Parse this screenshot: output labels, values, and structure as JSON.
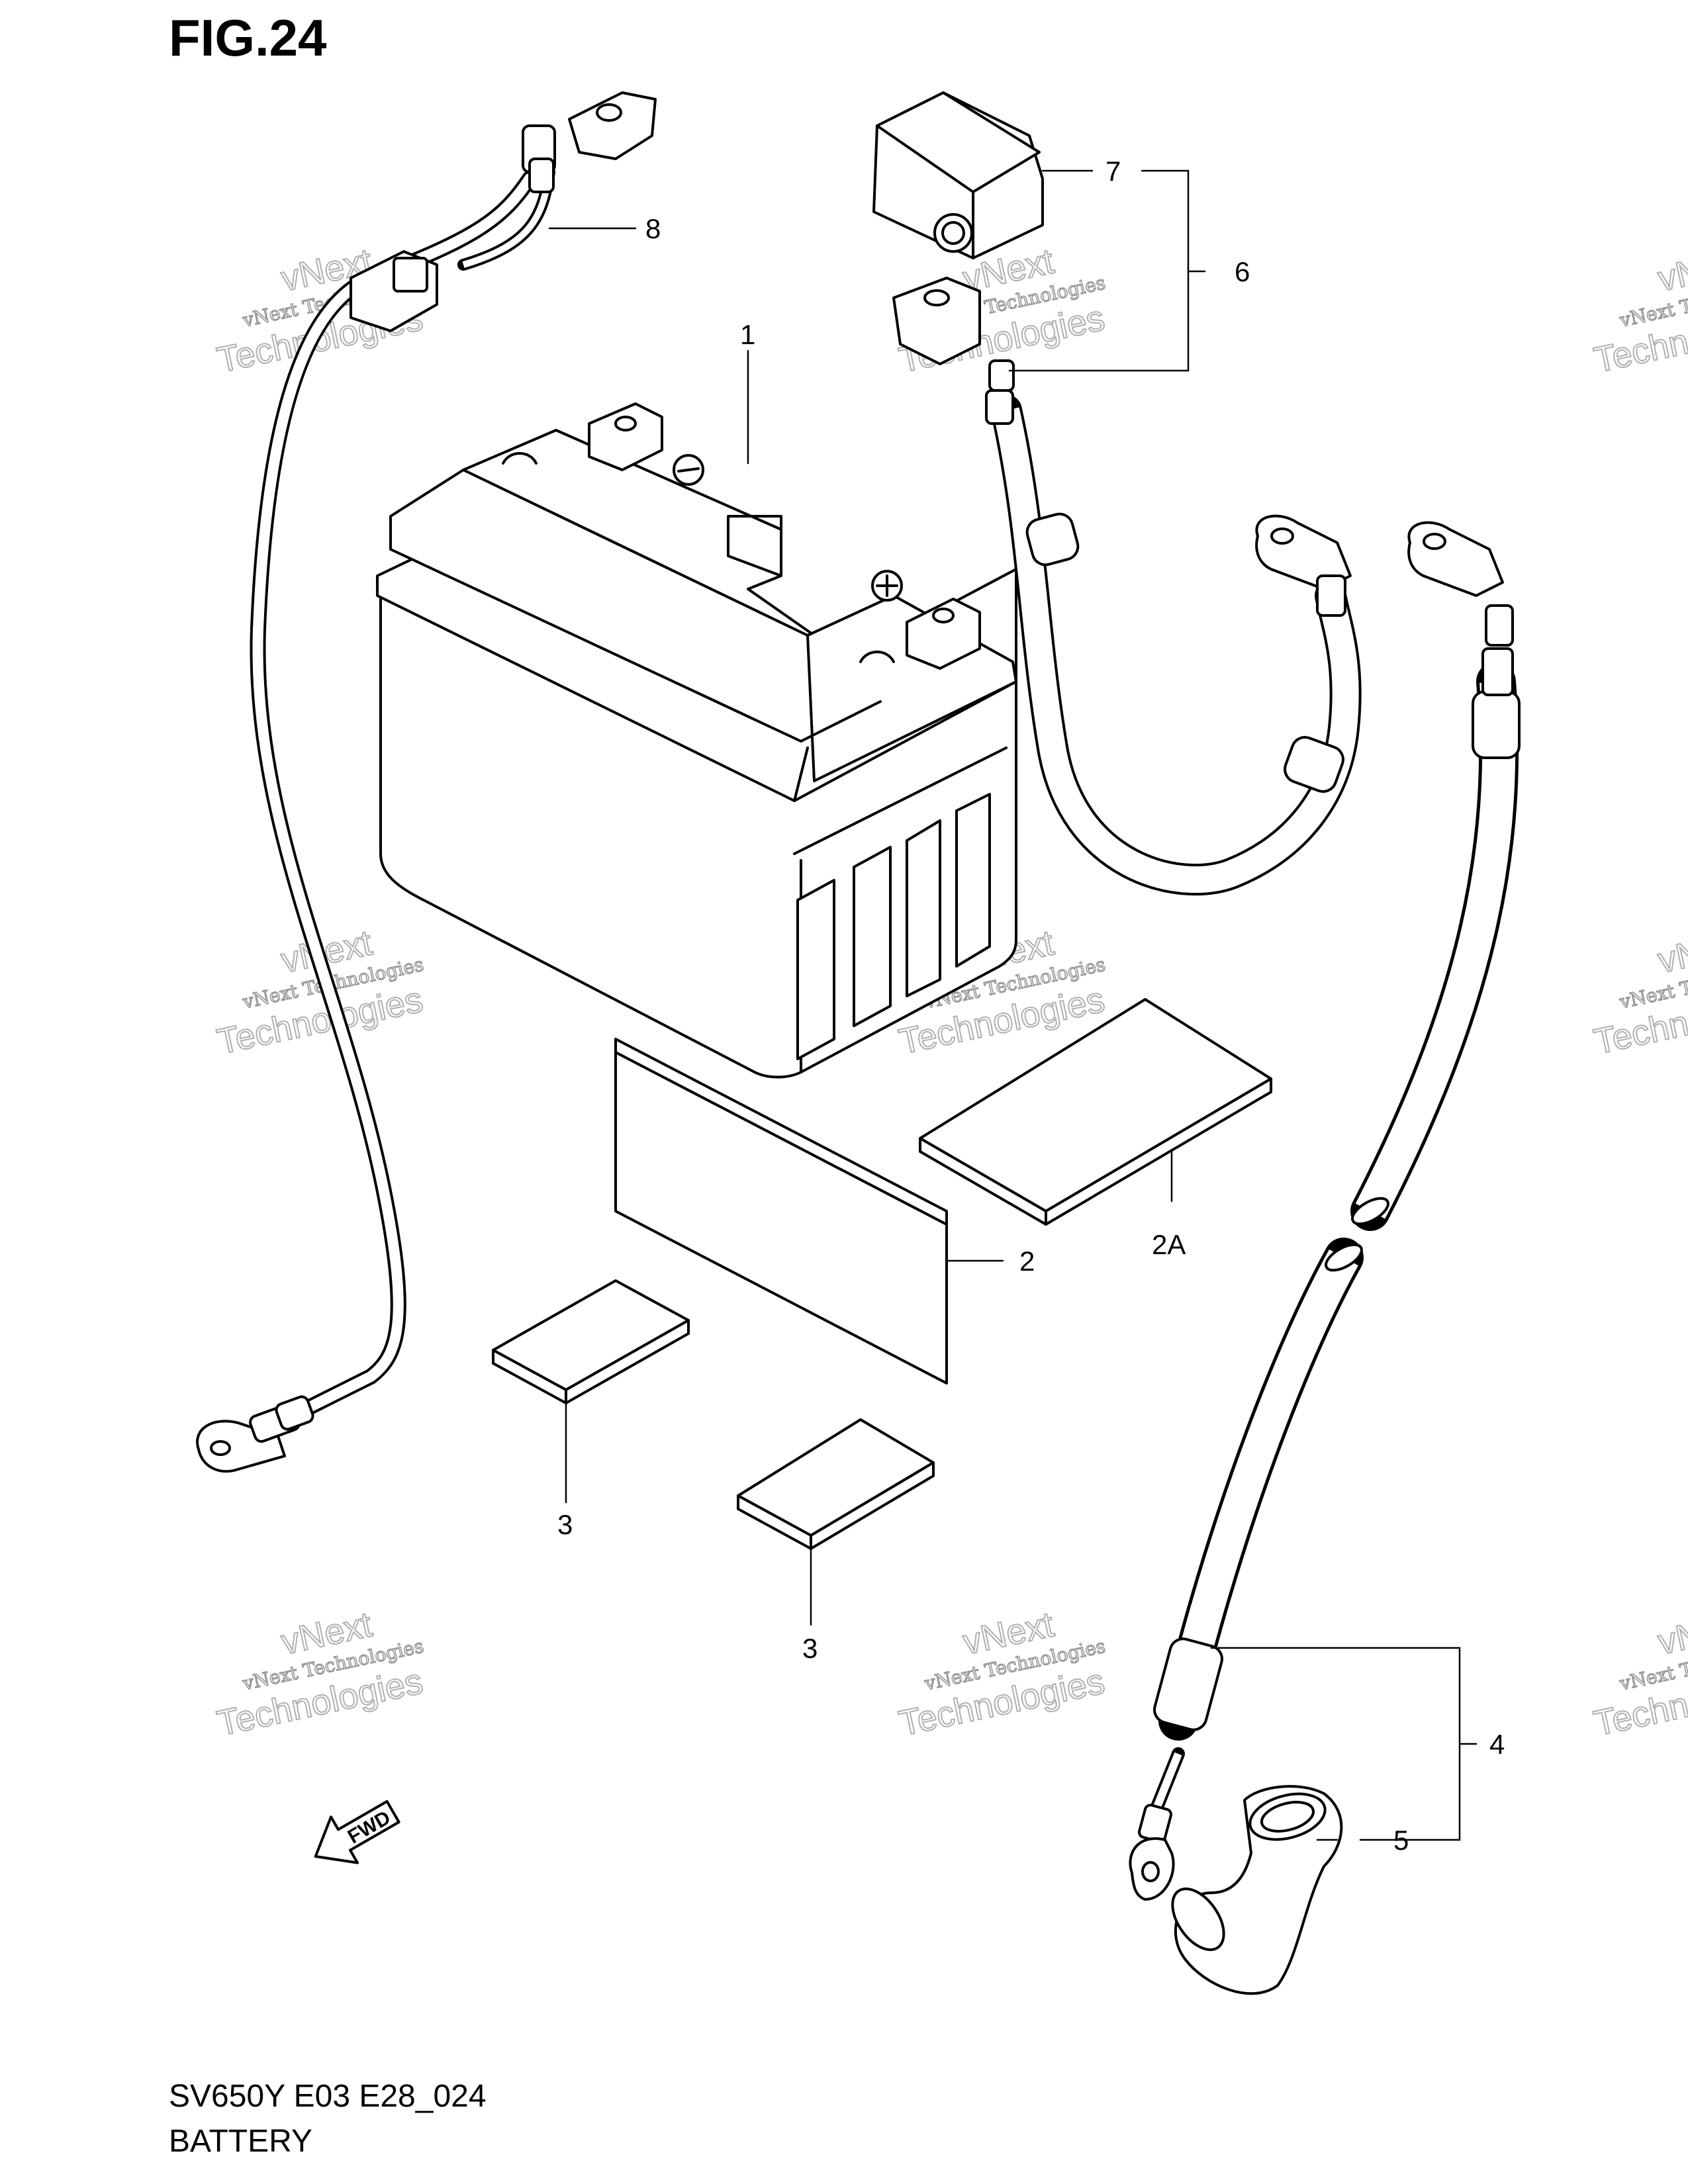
{
  "figure": {
    "title": "FIG.24",
    "model_code": "SV650Y E03 E28_024",
    "section_title": "BATTERY"
  },
  "watermark": {
    "brand": "vNext",
    "line": "vNext Technologies",
    "big": "Technologies"
  },
  "fwd_label": "FWD",
  "callouts": [
    {
      "id": "1",
      "label": "1"
    },
    {
      "id": "2",
      "label": "2"
    },
    {
      "id": "2a",
      "label": "2A"
    },
    {
      "id": "3a",
      "label": "3"
    },
    {
      "id": "3b",
      "label": "3"
    },
    {
      "id": "4",
      "label": "4"
    },
    {
      "id": "5",
      "label": "5"
    },
    {
      "id": "6",
      "label": "6"
    },
    {
      "id": "7",
      "label": "7"
    },
    {
      "id": "8",
      "label": "8"
    }
  ]
}
